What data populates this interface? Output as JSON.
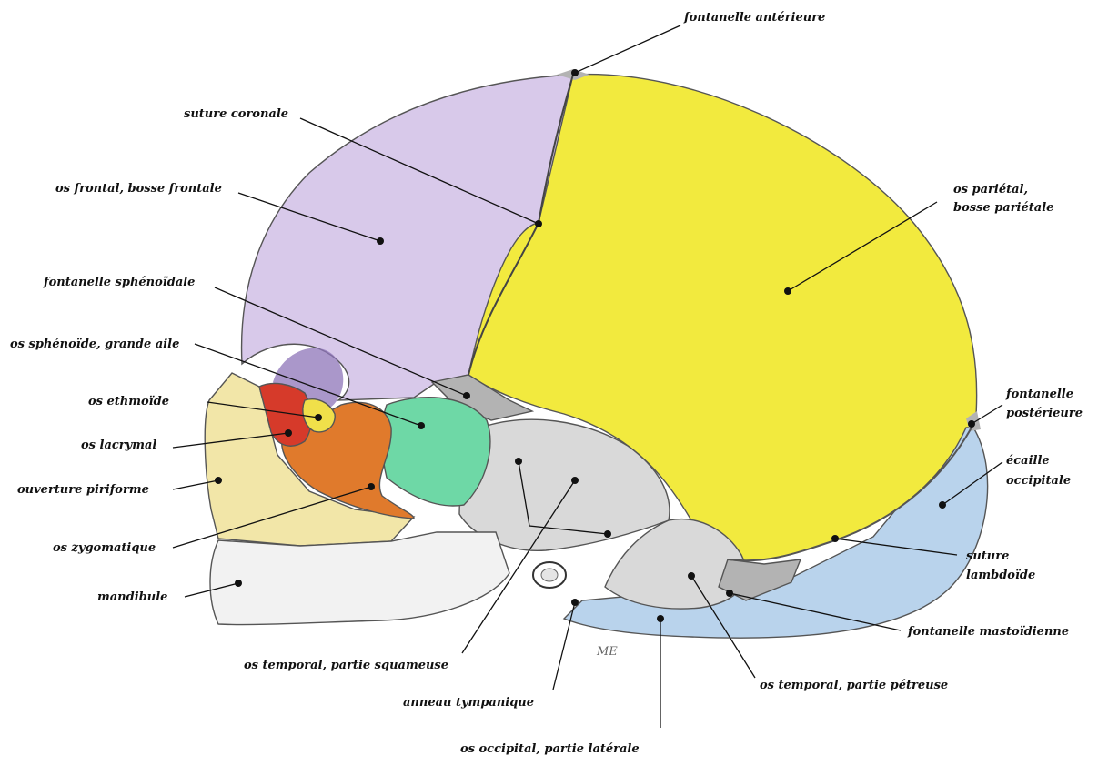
{
  "colors": {
    "frontal": "#d8c9ea",
    "frontal_shade": "#8d74b8",
    "parietal": "#f2ea3e",
    "parietal_shade": "#d4b21f",
    "occipital": "#b9d3ec",
    "temporal": "#d9d9d9",
    "sphenoid": "#6ed8a6",
    "zygomatic": "#e07a2c",
    "ethmoid": "#f0e04a",
    "lacrimal": "#d63a2a",
    "maxilla": "#f2e6a8",
    "mandible": "#f2f2f2",
    "fontanelle": "#b3b3b3"
  },
  "labels": {
    "fontanelle_anterieure": "fontanelle antérieure",
    "suture_coronale": "suture coronale",
    "os_frontal": "os frontal, bosse frontale",
    "os_parietal_l1": "os pariétal,",
    "os_parietal_l2": "bosse pariétale",
    "fontanelle_sphenoidale": "fontanelle sphénoïdale",
    "os_sphenoide": "os sphénoïde, grande aile",
    "os_ethmoide": "os ethmoïde",
    "os_lacrymal": "os lacrymal",
    "ouverture_piriforme": "ouverture piriforme",
    "os_zygomatique": "os zygomatique",
    "mandibule": "mandibule",
    "fontanelle_posterieure_l1": "fontanelle",
    "fontanelle_posterieure_l2": "postérieure",
    "ecaille_occipitale_l1": "écaille",
    "ecaille_occipitale_l2": "occipitale",
    "suture_lambdoide_l1": "suture",
    "suture_lambdoide_l2": "lambdoïde",
    "fontanelle_mastoidienne": "fontanelle mastoïdienne",
    "temporal_squameuse": "os temporal, partie squameuse",
    "anneau_tympanique": "anneau tympanique",
    "temporal_petreuse": "os temporal, partie pétreuse",
    "occipital_laterale": "os occipital, partie latérale"
  }
}
